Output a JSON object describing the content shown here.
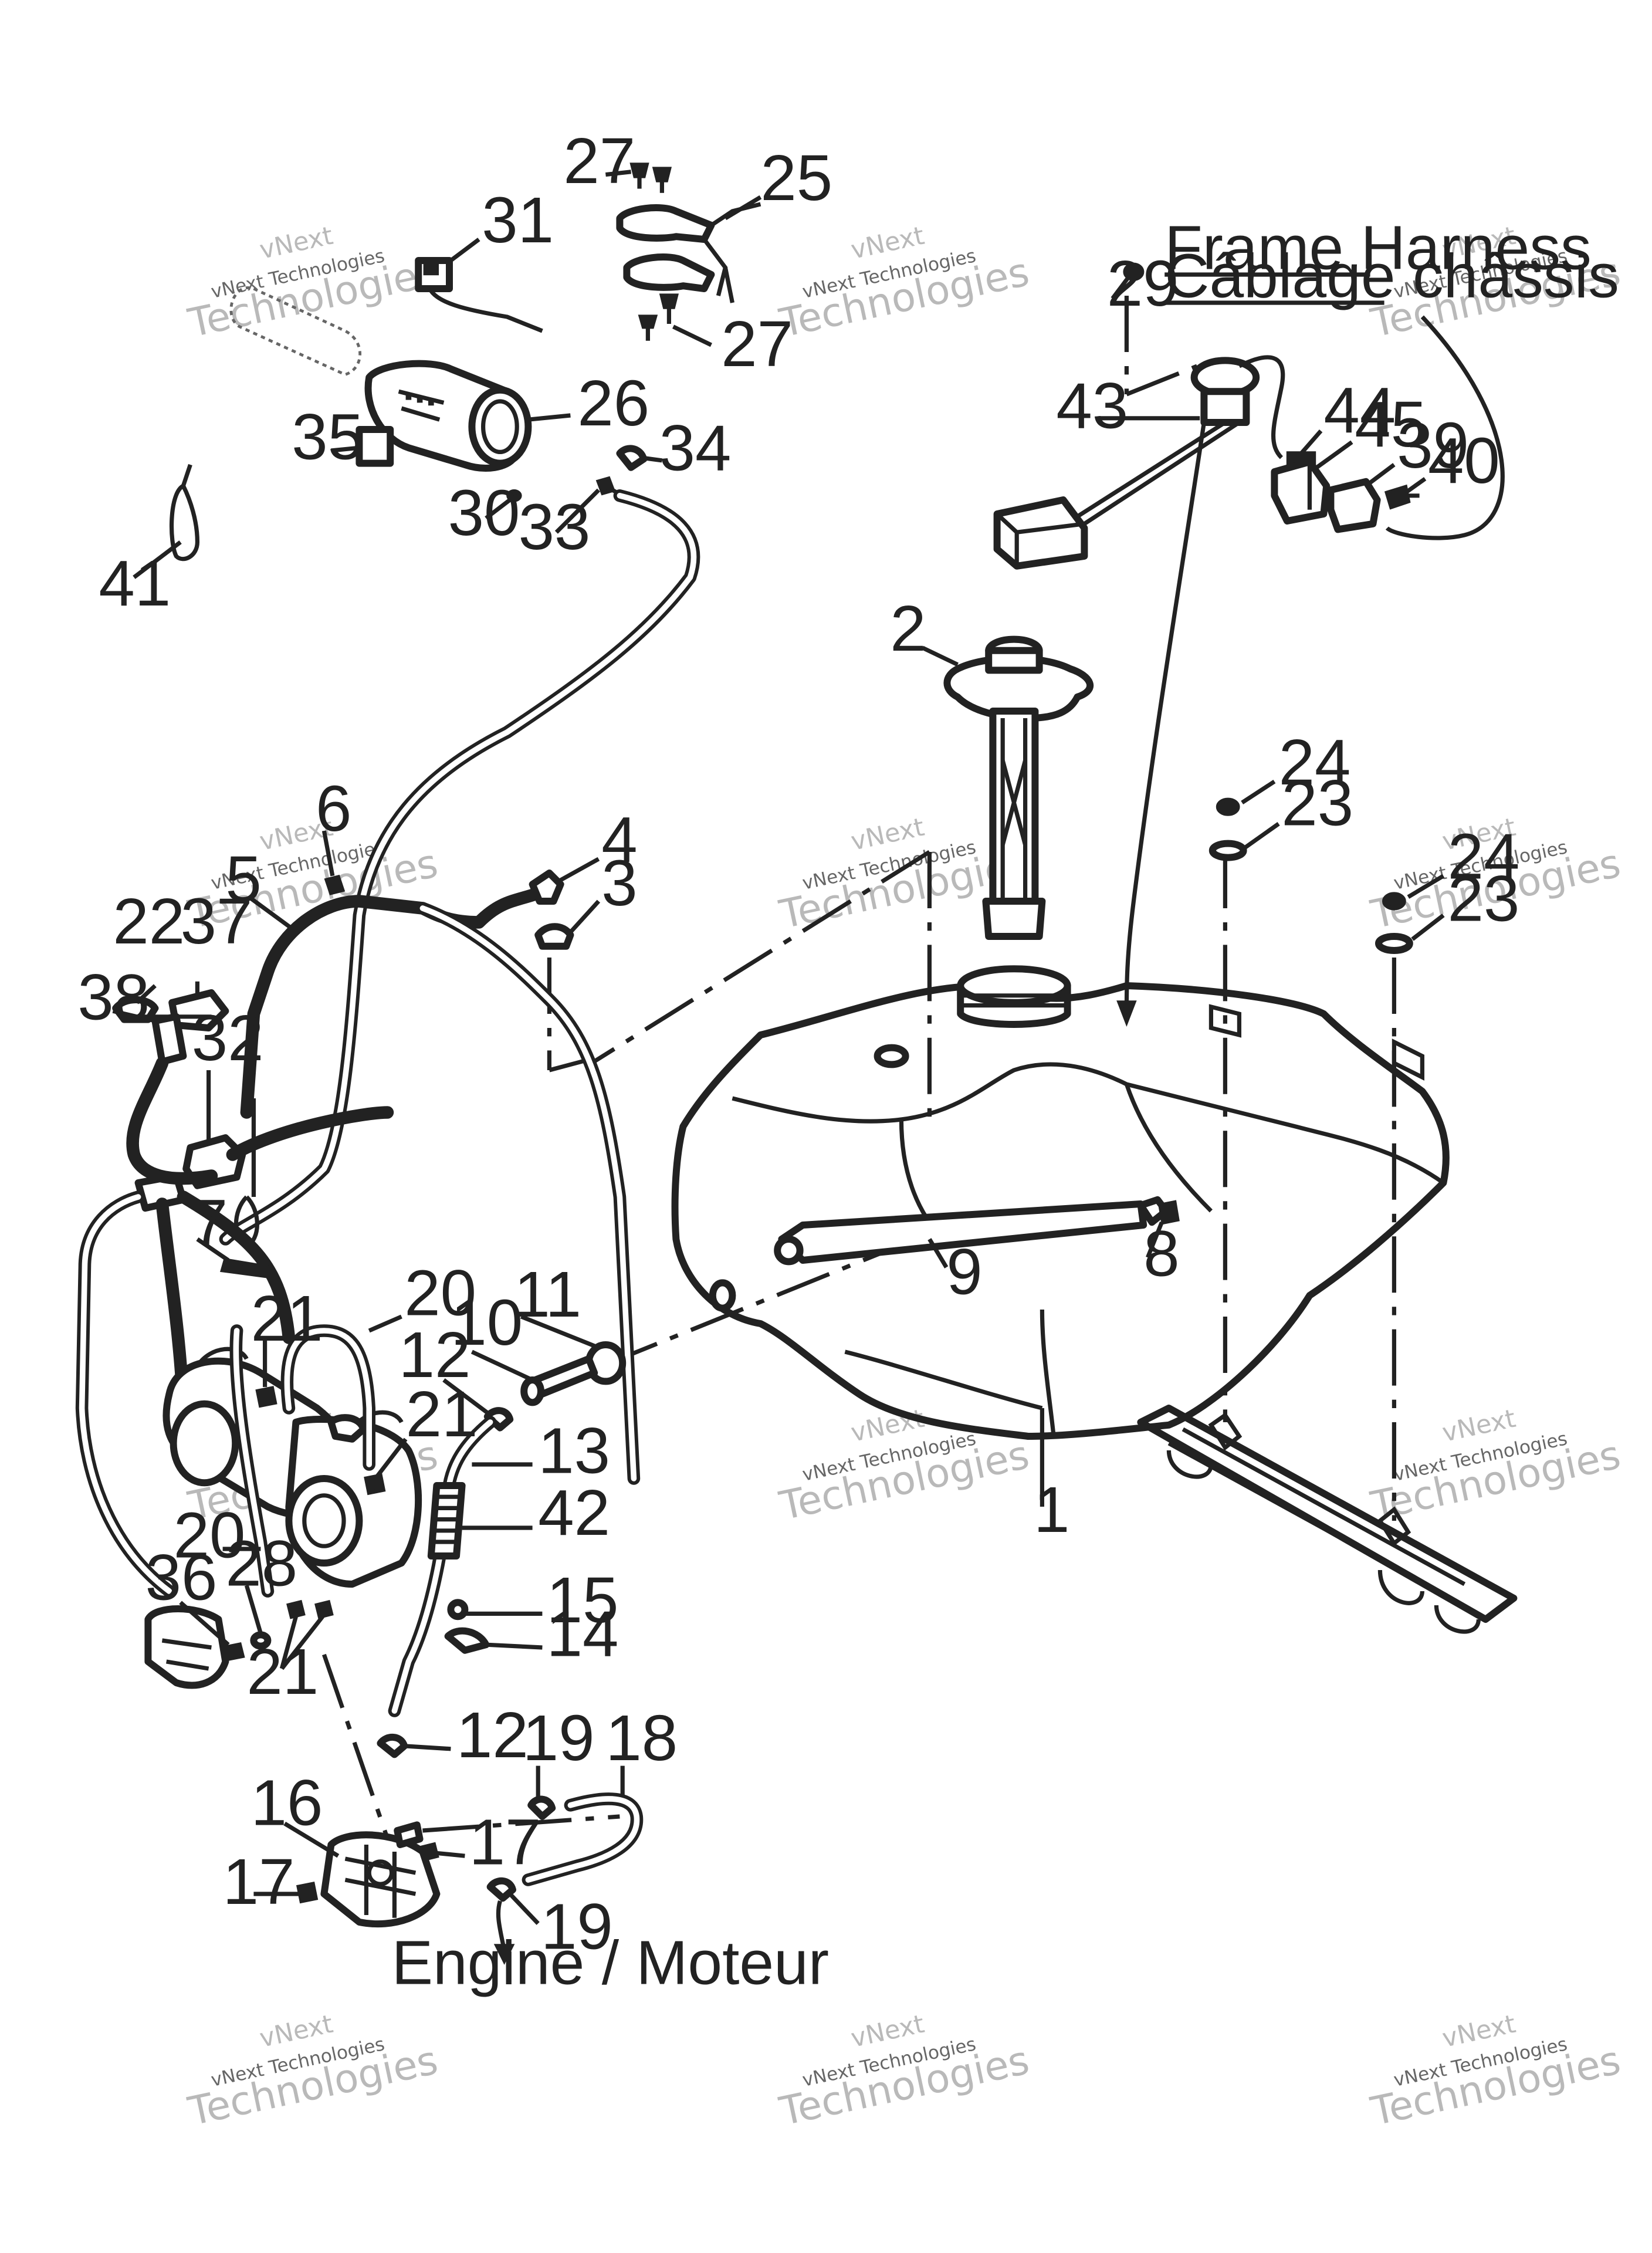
{
  "labels": {
    "frame_harness_en": "Frame Harness",
    "frame_harness_fr": "Câblage châssis",
    "engine": "Engine / Moteur"
  },
  "watermark": {
    "line1": "vNext",
    "line2": "vNext Technologies",
    "line3": "Technologies"
  },
  "callouts": [
    {
      "id": "c1",
      "text": "1"
    },
    {
      "id": "c2",
      "text": "2"
    },
    {
      "id": "c3",
      "text": "3"
    },
    {
      "id": "c4",
      "text": "4"
    },
    {
      "id": "c5",
      "text": "5"
    },
    {
      "id": "c6",
      "text": "6"
    },
    {
      "id": "c7",
      "text": "7"
    },
    {
      "id": "c8",
      "text": "8"
    },
    {
      "id": "c9",
      "text": "9"
    },
    {
      "id": "c10",
      "text": "10"
    },
    {
      "id": "c11",
      "text": "11"
    },
    {
      "id": "c12a",
      "text": "12"
    },
    {
      "id": "c12b",
      "text": "12"
    },
    {
      "id": "c13",
      "text": "13"
    },
    {
      "id": "c14",
      "text": "14"
    },
    {
      "id": "c15",
      "text": "15"
    },
    {
      "id": "c16",
      "text": "16"
    },
    {
      "id": "c17a",
      "text": "17"
    },
    {
      "id": "c17b",
      "text": "17"
    },
    {
      "id": "c18",
      "text": "18"
    },
    {
      "id": "c19a",
      "text": "19"
    },
    {
      "id": "c19b",
      "text": "19"
    },
    {
      "id": "c20a",
      "text": "20"
    },
    {
      "id": "c20b",
      "text": "20"
    },
    {
      "id": "c21a",
      "text": "21"
    },
    {
      "id": "c21b",
      "text": "21"
    },
    {
      "id": "c21c",
      "text": "21"
    },
    {
      "id": "c22",
      "text": "22"
    },
    {
      "id": "c23a",
      "text": "23"
    },
    {
      "id": "c23b",
      "text": "23"
    },
    {
      "id": "c24a",
      "text": "24"
    },
    {
      "id": "c24b",
      "text": "24"
    },
    {
      "id": "c25",
      "text": "25"
    },
    {
      "id": "c26",
      "text": "26"
    },
    {
      "id": "c27a",
      "text": "27"
    },
    {
      "id": "c27b",
      "text": "27"
    },
    {
      "id": "c28",
      "text": "28"
    },
    {
      "id": "c29",
      "text": "29"
    },
    {
      "id": "c30",
      "text": "30"
    },
    {
      "id": "c31",
      "text": "31"
    },
    {
      "id": "c32",
      "text": "32"
    },
    {
      "id": "c33",
      "text": "33"
    },
    {
      "id": "c34",
      "text": "34"
    },
    {
      "id": "c35",
      "text": "35"
    },
    {
      "id": "c36",
      "text": "36"
    },
    {
      "id": "c37",
      "text": "37"
    },
    {
      "id": "c38",
      "text": "38"
    },
    {
      "id": "c39",
      "text": "39"
    },
    {
      "id": "c40",
      "text": "40"
    },
    {
      "id": "c41",
      "text": "41"
    },
    {
      "id": "c42",
      "text": "42"
    },
    {
      "id": "c43",
      "text": "43"
    },
    {
      "id": "c44",
      "text": "44"
    },
    {
      "id": "c45",
      "text": "45"
    }
  ]
}
